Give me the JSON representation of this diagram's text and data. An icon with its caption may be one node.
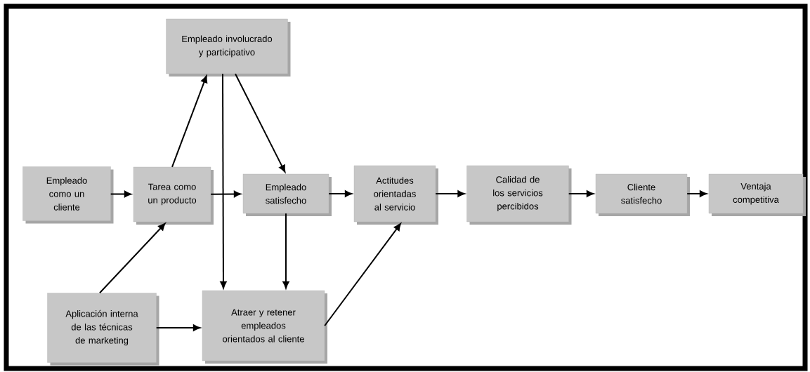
{
  "diagram": {
    "nodes": [
      {
        "text": [
          "Empleado involucrado y participativo"
        ]
      },
      {
        "text": [
          "Empleado como un cliente"
        ]
      },
      {
        "text": [
          "Tarea como un producto"
        ]
      },
      {
        "text": [
          "Empleado satisfecho"
        ]
      },
      {
        "text": [
          "Actitudes orientadas al servicio"
        ]
      },
      {
        "text": [
          "Calidad de los servicios percibidos"
        ]
      },
      {
        "text": [
          "Cliente satisfecho"
        ]
      },
      {
        "text": [
          "Ventaja competitiva"
        ]
      },
      {
        "text": [
          "Aplicación interna de las técnicas de marketing"
        ]
      },
      {
        "text": [
          "Atraer y retener empleados orientados al cliente"
        ]
      }
    ],
    "edges": [
      {
        "from": 1,
        "to": 2,
        "arrow": "to"
      },
      {
        "from": 2,
        "to": 3,
        "arrow": "to"
      },
      {
        "from": 3,
        "to": 4,
        "arrow": "to"
      },
      {
        "from": 4,
        "to": 5,
        "arrow": "to"
      },
      {
        "from": 5,
        "to": 6,
        "arrow": "to"
      },
      {
        "from": 6,
        "to": 7,
        "arrow": "to"
      },
      {
        "from": 2,
        "to": 0,
        "arrow": "to"
      },
      {
        "from": 0,
        "to": 3,
        "arrow": "to"
      },
      {
        "from": 0,
        "to": 9,
        "arrow": "to"
      },
      {
        "from": 3,
        "to": 9,
        "arrow": "to"
      },
      {
        "from": 8,
        "to": 2,
        "arrow": "to"
      },
      {
        "from": 8,
        "to": 9,
        "arrow": "to"
      },
      {
        "from": 9,
        "to": 4,
        "arrow": "to"
      }
    ]
  }
}
